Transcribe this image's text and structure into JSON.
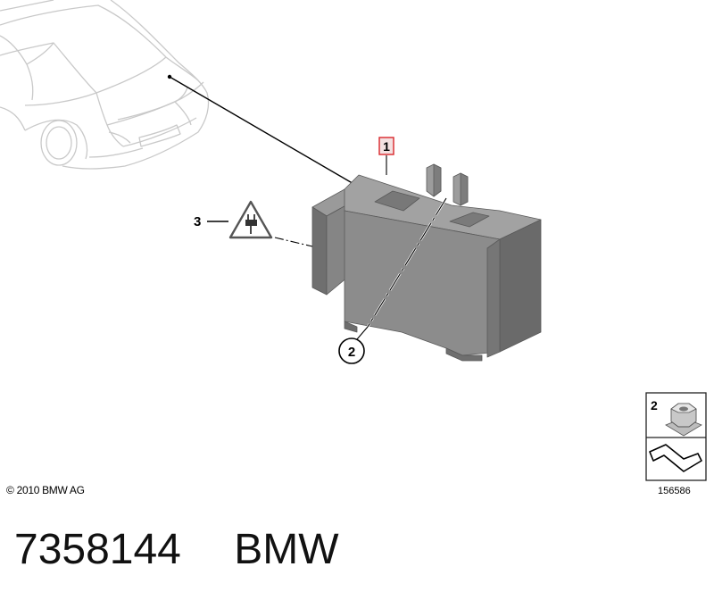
{
  "diagram": {
    "callouts": [
      {
        "id": "callout-1",
        "label": "1"
      },
      {
        "id": "callout-2",
        "label": "2"
      },
      {
        "id": "callout-3",
        "label": "3"
      }
    ],
    "legend": {
      "item_label": "2",
      "item_icon": "flange-nut-icon",
      "footer_icon": "mounting-bracket-icon"
    },
    "image_number": "156586",
    "warning_icon": "electrical-plug-warning-icon"
  },
  "copyright": "© 2010 BMW AG",
  "footer": {
    "part_number": "7358144",
    "brand": "BMW"
  },
  "colors": {
    "highlight_box": "#d9262b",
    "component_fill": "#8c8c8c",
    "car_outline": "#c9c9c9"
  }
}
